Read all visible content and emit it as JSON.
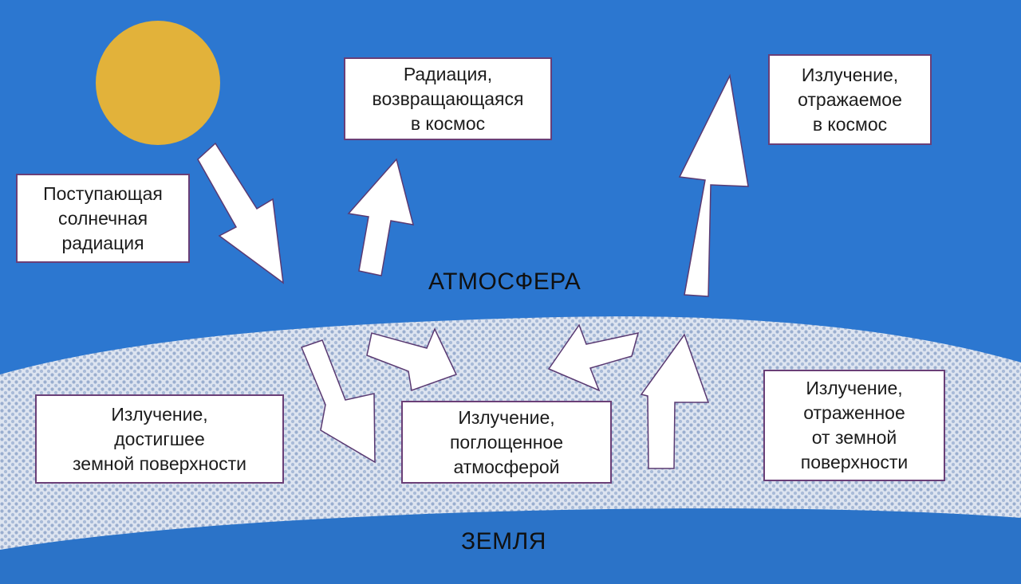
{
  "colors": {
    "sky": "#2c77d0",
    "sky_light": "#3a83d6",
    "ground_band": "#2b73c8",
    "surface_layer": "#dde4f0",
    "surface_dots": "#9aaecf",
    "sun": "#e2b23a",
    "arrow_fill": "#ffffff",
    "arrow_outline": "#5a3a72",
    "box_border": "#6a3f77",
    "text": "#1c1c1c"
  },
  "labels": {
    "atmosphere": "АТМОСФЕРА",
    "earth": "ЗЕМЛЯ"
  },
  "boxes": {
    "incoming": [
      "Поступающая",
      "солнечная",
      "радиация"
    ],
    "returning": [
      "Радиация,",
      "возвращающаяся",
      "в космос"
    ],
    "reflected_space": [
      "Излучение,",
      "отражаемое",
      "в космос"
    ],
    "reached_surface": [
      "Излучение,",
      "достигшее",
      "земной поверхности"
    ],
    "absorbed": [
      "Излучение,",
      "поглощенное",
      "атмосферой"
    ],
    "reflected_surface": [
      "Излучение,",
      "отраженное",
      "от земной",
      "поверхности"
    ]
  },
  "icons": {
    "sun": "sun-icon",
    "arrows": [
      "arrow-incoming",
      "arrow-returning",
      "arrow-reflected-space",
      "arrow-to-surface",
      "arrow-absorbed-left",
      "arrow-absorbed-right",
      "arrow-from-surface"
    ]
  }
}
